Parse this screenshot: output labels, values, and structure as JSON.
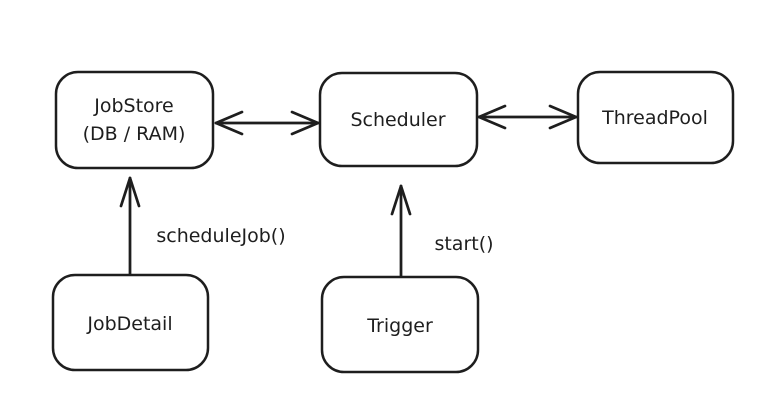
{
  "diagram": {
    "background": "#ffffff",
    "stroke_color": "#1e1e1e",
    "nodes": {
      "jobstore": {
        "line1": "JobStore",
        "line2": "(DB / RAM)"
      },
      "scheduler": {
        "label": "Scheduler"
      },
      "threadpool": {
        "label": "ThreadPool"
      },
      "jobdetail": {
        "label": "JobDetail"
      },
      "trigger": {
        "label": "Trigger"
      }
    },
    "edges": {
      "jobstore_scheduler": {
        "from": "JobStore (DB / RAM)",
        "to": "Scheduler",
        "bidirectional": true
      },
      "scheduler_threadpool": {
        "from": "Scheduler",
        "to": "ThreadPool",
        "bidirectional": true
      },
      "jobdetail_jobstore": {
        "from": "JobDetail",
        "to": "JobStore (DB / RAM)",
        "label": "scheduleJob()"
      },
      "trigger_scheduler": {
        "from": "Trigger",
        "to": "Scheduler",
        "label": "start()"
      }
    }
  }
}
